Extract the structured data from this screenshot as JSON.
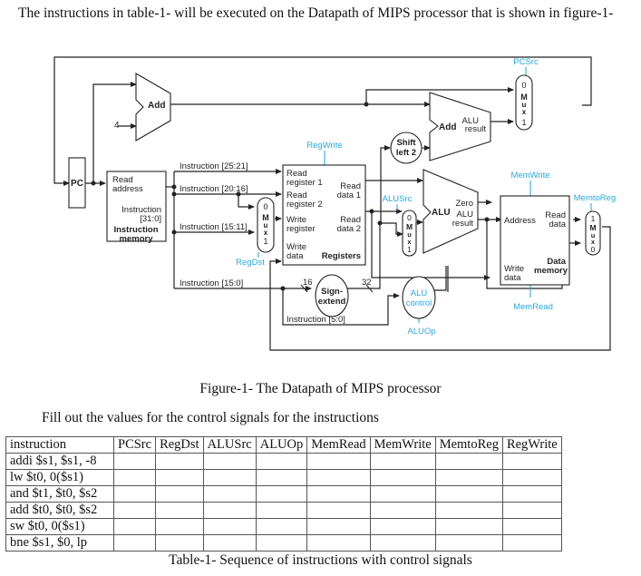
{
  "intro_text": "The instructions in table-1- will be executed on the Datapath of MIPS processor that is shown in figure-1-",
  "figure": {
    "caption": "Figure-1- The Datapath of MIPS processor",
    "control_signals": {
      "pcsrc": "PCSrc",
      "regwrite": "RegWrite",
      "alusrc": "ALUSrc",
      "memwrite": "MemWrite",
      "memtoreg": "MemtoReg",
      "regdst": "RegDst",
      "memread": "MemRead",
      "aluop": "ALUOp"
    },
    "blocks": {
      "pc": "PC",
      "add": "Add",
      "four": "4",
      "branch_add": "Add",
      "alu_result_top": "ALU",
      "alu_result_bottom": "result",
      "shift_left_1": "Shift",
      "shift_left_2": "left 2",
      "imem_read": "Read",
      "imem_address": "address",
      "imem_instr": "Instruction",
      "imem_bits": "[31:0]",
      "imem_name1": "Instruction",
      "imem_name2": "memory",
      "reg_read1_a": "Read",
      "reg_read1_b": "register 1",
      "reg_read2_a": "Read",
      "reg_read2_b": "register 2",
      "reg_write_a": "Write",
      "reg_write_b": "register",
      "reg_wdata_a": "Write",
      "reg_wdata_b": "data",
      "reg_name": "Registers",
      "reg_rd1_a": "Read",
      "reg_rd1_b": "data 1",
      "reg_rd2_a": "Read",
      "reg_rd2_b": "data 2",
      "alu": "ALU",
      "alu_zero": "Zero",
      "alu_res_a": "ALU",
      "alu_res_b": "result",
      "dmem_address": "Address",
      "dmem_read_a": "Read",
      "dmem_read_b": "data",
      "dmem_write_a": "Write",
      "dmem_write_b": "data",
      "dmem_name1": "Data",
      "dmem_name2": "memory",
      "sign_1": "Sign-",
      "sign_2": "extend",
      "alucontrol_1": "ALU",
      "alucontrol_2": "control",
      "width_16": "16",
      "width_32": "32"
    },
    "wires": {
      "instr_25_21": "Instruction [25:21]",
      "instr_20_16": "Instruction [20:16]",
      "instr_15_11": "Instruction [15:11]",
      "instr_15_0": "Instruction [15:0]",
      "instr_5_0": "Instruction [5:0]"
    },
    "muxes": {
      "pc_mux": [
        "0",
        "M",
        "u",
        "x",
        "1"
      ],
      "regdst_mux": [
        "0",
        "M",
        "u",
        "x",
        "1"
      ],
      "alusrc_mux": [
        "0",
        "M",
        "u",
        "x",
        "1"
      ],
      "memtoreg_mux": [
        "1",
        "M",
        "u",
        "x",
        "0"
      ]
    }
  },
  "fill_instruction": "Fill out the values for the control signals for the instructions",
  "table": {
    "headers": [
      "instruction",
      "PCSrc",
      "RegDst",
      "ALUSrc",
      "ALUOp",
      "MemRead",
      "MemWrite",
      "MemtoReg",
      "RegWrite"
    ],
    "rows": [
      {
        "instruction": "addi $s1, $s1, -8",
        "values": [
          "",
          "",
          "",
          "",
          "",
          "",
          "",
          ""
        ]
      },
      {
        "instruction": "lw $t0, 0($s1)",
        "values": [
          "",
          "",
          "",
          "",
          "",
          "",
          "",
          ""
        ]
      },
      {
        "instruction": "and $t1, $t0, $s2",
        "values": [
          "",
          "",
          "",
          "",
          "",
          "",
          "",
          ""
        ]
      },
      {
        "instruction": "add $t0, $t0, $s2",
        "values": [
          "",
          "",
          "",
          "",
          "",
          "",
          "",
          ""
        ]
      },
      {
        "instruction": "sw $t0, 0($s1)",
        "values": [
          "",
          "",
          "",
          "",
          "",
          "",
          "",
          ""
        ]
      },
      {
        "instruction": "bne $s1, $0, lp",
        "values": [
          "",
          "",
          "",
          "",
          "",
          "",
          "",
          ""
        ]
      }
    ],
    "caption": "Table-1- Sequence of instructions with control signals"
  },
  "colors": {
    "control_signal": "#29a8e0",
    "line": "#222222"
  }
}
